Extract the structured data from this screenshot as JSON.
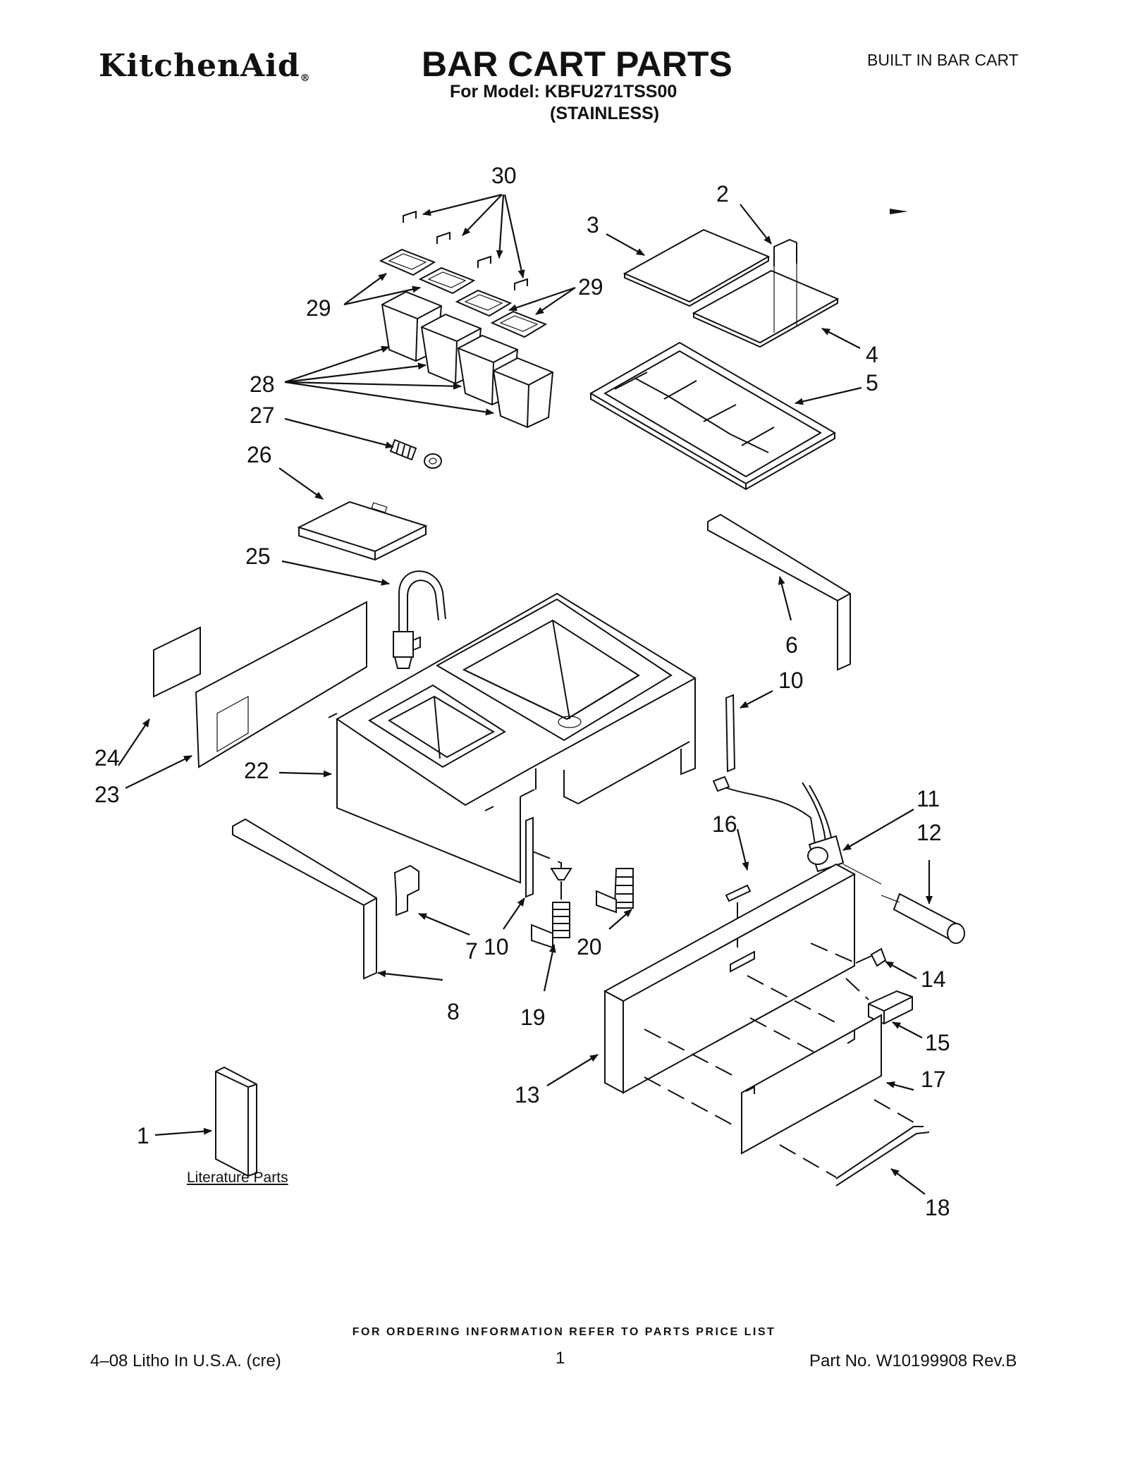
{
  "header": {
    "brand": "KitchenAid",
    "brand_mark": "®",
    "title": "BAR CART PARTS",
    "model_line": "For Model: KBFU271TSS00",
    "variant": "(STAINLESS)",
    "category": "BUILT IN BAR CART"
  },
  "callouts": [
    "1",
    "2",
    "3",
    "4",
    "5",
    "6",
    "7",
    "8",
    "10",
    "10",
    "11",
    "12",
    "13",
    "14",
    "15",
    "16",
    "17",
    "18",
    "19",
    "20",
    "22",
    "23",
    "24",
    "25",
    "26",
    "27",
    "28",
    "29",
    "29",
    "30"
  ],
  "literature_label": "Literature Parts",
  "footer": {
    "order_note": "FOR ORDERING INFORMATION REFER TO PARTS PRICE LIST",
    "litho": "4–08 Litho In U.S.A. (cre)",
    "page": "1",
    "part_no": "Part No. W10199908 Rev.B"
  }
}
